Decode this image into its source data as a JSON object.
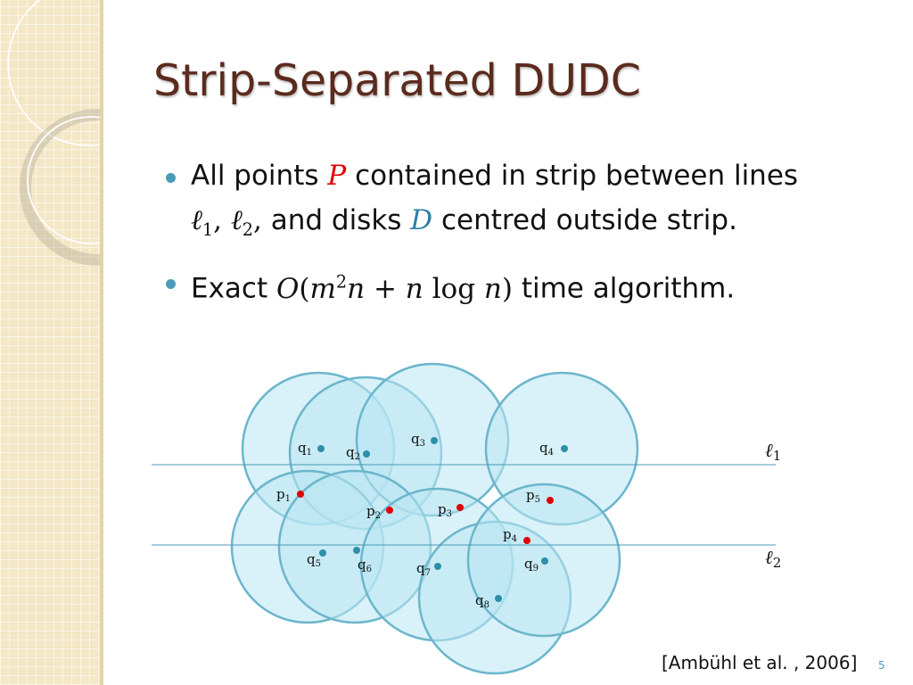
{
  "slide": {
    "title": "Strip-Separated DUDC",
    "page_number": "5",
    "citation": "[Ambühl et al. , 2006]"
  },
  "bullets": [
    {
      "text_1": "All points ",
      "math_P": "P",
      "text_2": " contained in strip between lines",
      "line2_math_l": "ℓ",
      "line2_sub_1": "1",
      "line2_comma": ", ",
      "line2_math_l2": "ℓ",
      "line2_sub_2": "2",
      "line2_comma2": ",",
      "text_3": " and disks ",
      "math_D": "D",
      "text_4": " centred outside strip."
    },
    {
      "text_1": "Exact ",
      "math_O": "O",
      "math_open": "(",
      "math_m": "m",
      "math_sup": "2",
      "math_n": "n",
      "math_plus": " + ",
      "math_n2": "n",
      "math_log": " log ",
      "math_n3": "n",
      "math_close": ")",
      "text_2": " time algorithm."
    }
  ],
  "diagram": {
    "line_labels": [
      {
        "symbol": "ℓ",
        "sub": "1"
      },
      {
        "symbol": "ℓ",
        "sub": "2"
      }
    ],
    "colors": {
      "disk_fill": "#b9e6f2",
      "disk_stroke": "#6cb6cc",
      "q_point": "#2e8fa8",
      "p_point": "#e00000",
      "strip_line": "#4a9bb8"
    },
    "q_labels": [
      "q",
      "q",
      "q",
      "q",
      "q",
      "q",
      "q",
      "q",
      "q"
    ],
    "q_subs": [
      "1",
      "2",
      "3",
      "4",
      "5",
      "6",
      "7",
      "8",
      "9"
    ],
    "p_labels": [
      "p",
      "p",
      "p",
      "p",
      "p"
    ],
    "p_subs": [
      "1",
      "2",
      "3",
      "4",
      "5"
    ]
  }
}
